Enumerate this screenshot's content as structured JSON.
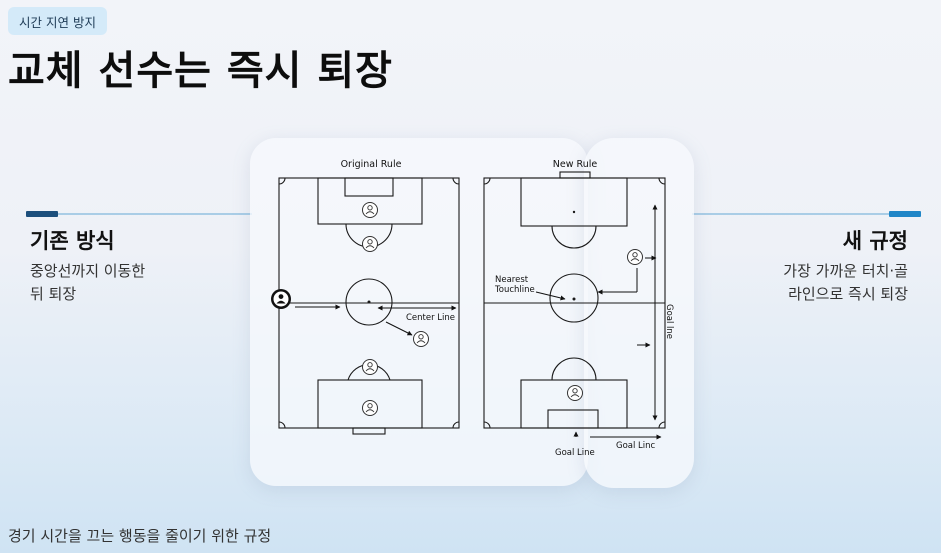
{
  "header": {
    "badge": "시간 지연 방지",
    "title": "교체 선수는 즉시 퇴장"
  },
  "left_section": {
    "title": "기존 방식",
    "line1": "중앙선까지 이동한",
    "line2": "뒤 퇴장"
  },
  "right_section": {
    "title": "새 규정",
    "line1": "가장 가까운 터치·골",
    "line2": "라인으로 즉시 퇴장"
  },
  "diagram": {
    "original_title": "Original Rule",
    "new_title": "New Rule",
    "center_line_label": "Center Line",
    "nearest_label_1": "Nearest",
    "nearest_label_2": "Touchline",
    "goal_line_side_label": "Goal lne",
    "goal_line_bottom_label": "Goal Line",
    "goal_line_bottom_right_label": "Goal Linc"
  },
  "footer": "경기 시간을 끄는 행동을 줄이기 위한 규정",
  "colors": {
    "accent_dark": "#1c4f7c",
    "accent_light": "#1f86c7",
    "badge_bg": "#d4eaf9"
  }
}
